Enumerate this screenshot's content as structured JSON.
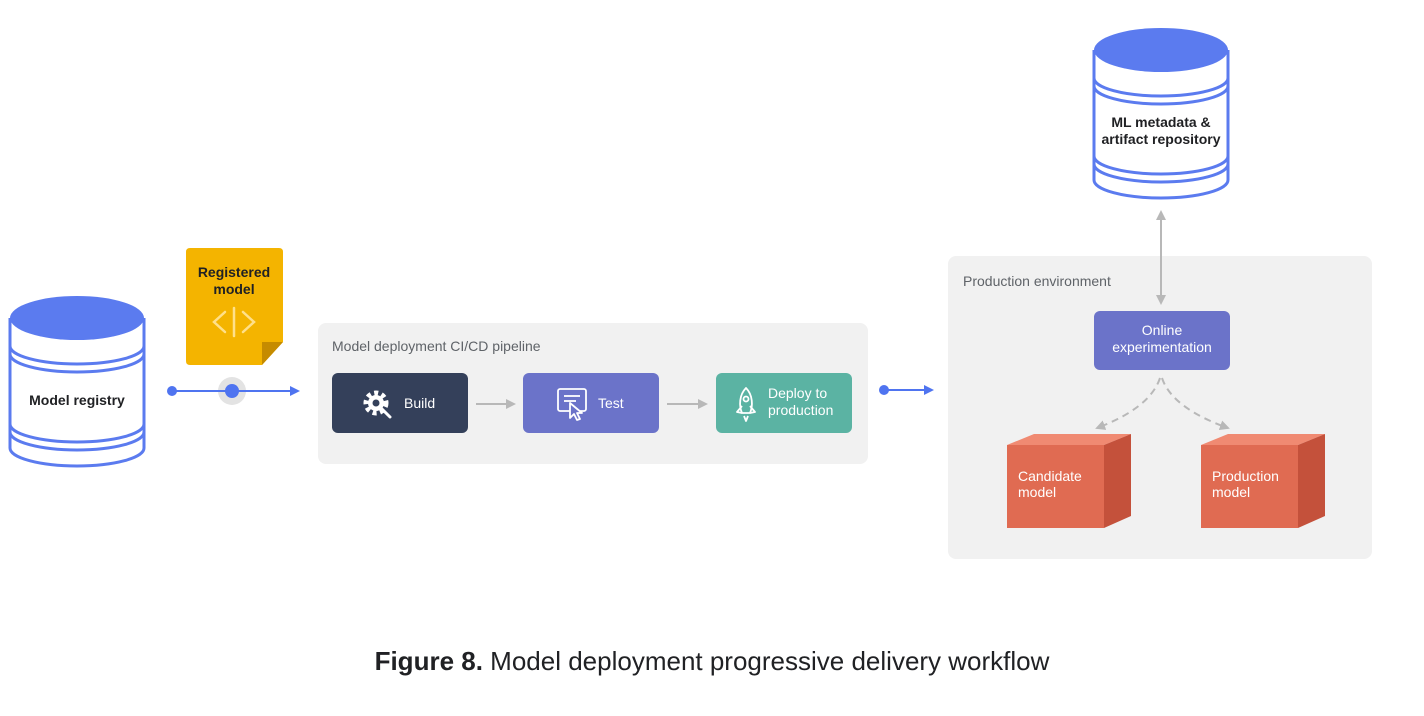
{
  "model_registry": {
    "label": "Model registry"
  },
  "registered_model": {
    "line1": "Registered",
    "line2": "model",
    "icon": "code-icon"
  },
  "pipeline": {
    "title": "Model deployment CI/CD pipeline",
    "build": {
      "label": "Build",
      "icon": "gear-wrench-icon"
    },
    "test": {
      "label": "Test",
      "icon": "test-cursor-icon"
    },
    "deploy": {
      "line1": "Deploy to",
      "line2": "production",
      "icon": "rocket-icon"
    }
  },
  "production_env": {
    "title": "Production environment",
    "online_experimentation": {
      "line1": "Online",
      "line2": "experimentation"
    },
    "candidate_model": {
      "line1": "Candidate",
      "line2": "model"
    },
    "production_model": {
      "line1": "Production",
      "line2": "model"
    }
  },
  "metadata_repo": {
    "line1": "ML metadata &",
    "line2": "artifact repository"
  },
  "caption": {
    "prefix": "Figure 8.",
    "text": "Model deployment progressive delivery workflow"
  },
  "colors": {
    "db_blue": "#5b7bef",
    "registered_yellow": "#f4b400",
    "build_dark": "#34405a",
    "test_purple": "#6b73c9",
    "deploy_teal": "#5bb3a3",
    "cube_orange": "#e06b52",
    "arrow_blue": "#4f74f0",
    "panel_gray": "#f1f1f1"
  }
}
